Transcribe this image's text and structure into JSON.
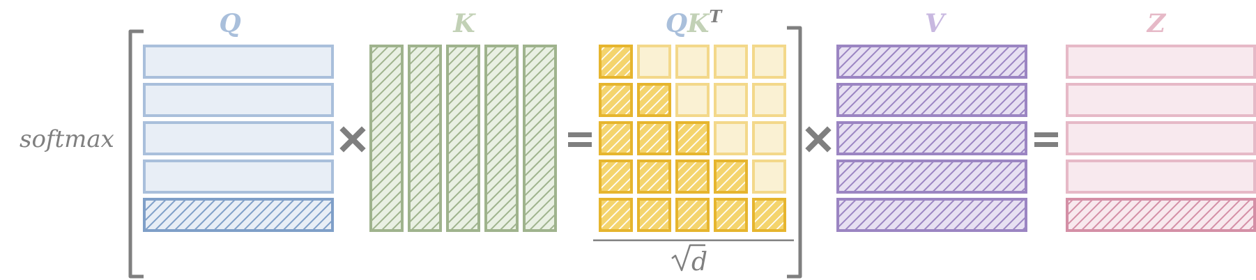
{
  "softmax_label": "softmax",
  "q": {
    "label": "Q",
    "color": "#a9bfdb",
    "border": "#a9bfdb",
    "fill": "#e8eef6",
    "hatch_border": "#7f9fc8",
    "hatch_color": "#7f9fc8",
    "rows": 5,
    "hatched_rows": [
      4
    ]
  },
  "k": {
    "label": "K",
    "color": "#c2d1b6",
    "border": "#9fb38d",
    "fill": "#e9f0e3",
    "hatch_color": "#9fb38d",
    "cols": 5
  },
  "qk": {
    "label_q": "Q",
    "label_k": "K",
    "label_t": "T",
    "color_q": "#a9bfdb",
    "color_k": "#c2d1b6",
    "color_t": "#7f7f7f",
    "border": "#f3d88a",
    "fill": "#faf1d3",
    "active_border": "#e6b52e",
    "active_fill": "#f4d46d",
    "hatch_color": "#ffffff",
    "size": 5
  },
  "v": {
    "label": "V",
    "color": "#c8b8e0",
    "border": "#9b85c2",
    "fill": "#e7e0f2",
    "hatch_color": "#9b85c2",
    "rows": 5
  },
  "z": {
    "label": "Z",
    "color": "#e6b9c7",
    "border": "#e6b9c7",
    "fill": "#f8e9ee",
    "hatch_border": "#d48fa6",
    "hatch_color": "#d48fa6",
    "rows": 5,
    "hatched_rows": [
      4
    ]
  },
  "denominator": "d",
  "operators": {
    "times": "×",
    "equals": "=",
    "sqrt": "√"
  },
  "gray": "#7f7f7f"
}
